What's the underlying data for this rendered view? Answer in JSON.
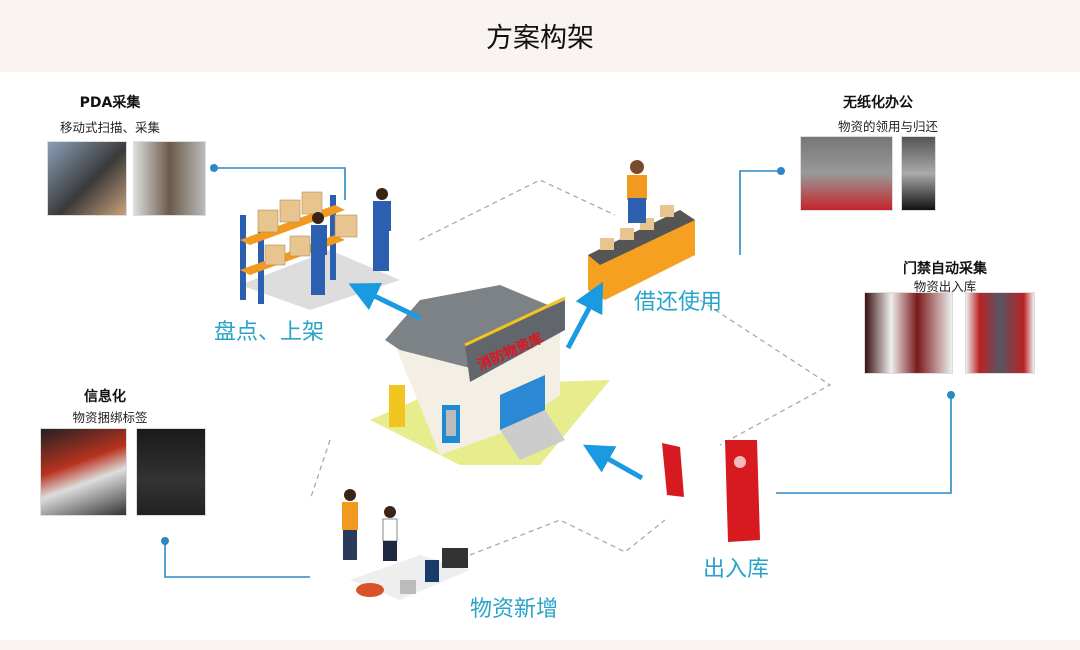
{
  "title": "方案构架",
  "warehouse_sign": "消防物资库",
  "blocks": {
    "pda": {
      "title": "PDA采集",
      "subtitle": "移动式扫描、采集"
    },
    "paperless": {
      "title": "无纸化办公",
      "subtitle": "物资的领用与归还"
    },
    "access": {
      "title": "门禁自动采集",
      "subtitle": "物资出入库"
    },
    "info": {
      "title": "信息化",
      "subtitle": "物资捆绑标签"
    }
  },
  "labels": {
    "inventory": "盘点、上架",
    "borrow": "借还使用",
    "inout": "出入库",
    "add": "物资新增"
  },
  "colors": {
    "accent": "#29a3c7",
    "arrow": "#1a9ae0",
    "line": "#2a88c4"
  }
}
